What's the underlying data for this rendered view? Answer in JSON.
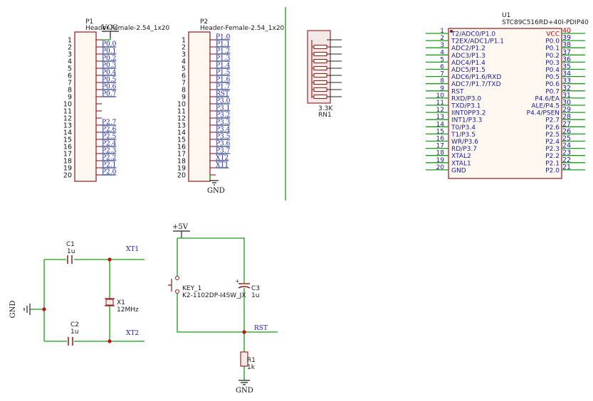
{
  "colors": {
    "wire": "#1a9a1a",
    "component": "#8b1a1a",
    "net_label": "#1a1aa0",
    "vcc_pin": "#c00000"
  },
  "p1": {
    "ref": "P1",
    "value": "Header-Female-2.54_1x20",
    "power_label": "VCC",
    "pin_numbers": [
      "1",
      "2",
      "3",
      "4",
      "5",
      "6",
      "7",
      "8",
      "9",
      "10",
      "11",
      "12",
      "13",
      "14",
      "15",
      "16",
      "17",
      "18",
      "19",
      "20"
    ],
    "net_labels": [
      "",
      "P0.0",
      "P0.1",
      "P0.2",
      "P0.3",
      "P0.4",
      "P0.5",
      "P0.6",
      "P0.7",
      "",
      "",
      "",
      "P2.7",
      "P2.6",
      "P2.5",
      "P2.4",
      "P2.3",
      "P2.2",
      "P2.1",
      "P2.0"
    ]
  },
  "p2": {
    "ref": "P2",
    "value": "Header-Female-2.54_1x20",
    "pin_numbers": [
      "1",
      "2",
      "3",
      "4",
      "5",
      "6",
      "7",
      "8",
      "9",
      "10",
      "11",
      "12",
      "13",
      "14",
      "15",
      "16",
      "17",
      "18",
      "19",
      "20"
    ],
    "net_labels": [
      "P1.0",
      "P1.1",
      "P1.2",
      "P1.3",
      "P1.4",
      "P1.5",
      "P1.6",
      "P1.7",
      "RST",
      "P3.0",
      "P3.1",
      "P3.2",
      "P3.3",
      "P3.4",
      "P3.5",
      "P3.6",
      "P3.7",
      "XT2",
      "XT1",
      ""
    ],
    "gnd_label": "GND"
  },
  "rn1": {
    "value": "3.3K",
    "ref": "RN1"
  },
  "u1": {
    "ref": "U1",
    "value": "STC89C516RD+40I-PDIP40",
    "left_pins": [
      {
        "num": "1",
        "name": "T2/ADC0/P1.0"
      },
      {
        "num": "2",
        "name": "T2EX/ADC1/P1.1"
      },
      {
        "num": "3",
        "name": "ADC2/P1.2"
      },
      {
        "num": "4",
        "name": "ADC3/P1.3"
      },
      {
        "num": "5",
        "name": "ADC4/P1.4"
      },
      {
        "num": "6",
        "name": "ADC5/P1.5"
      },
      {
        "num": "7",
        "name": "ADC6/P1.6/RXD"
      },
      {
        "num": "8",
        "name": "ADC7/P1.7/TXD"
      },
      {
        "num": "9",
        "name": "RST"
      },
      {
        "num": "10",
        "name": "RXD/P3.0"
      },
      {
        "num": "11",
        "name": "TXD/P3.1"
      },
      {
        "num": "12",
        "name": "IINT0PP3.2"
      },
      {
        "num": "13",
        "name": "INT1/P3.3"
      },
      {
        "num": "14",
        "name": "T0/P3.4"
      },
      {
        "num": "15",
        "name": "T1/P3.5"
      },
      {
        "num": "16",
        "name": "WR/P3.6"
      },
      {
        "num": "17",
        "name": "RD/P3.7"
      },
      {
        "num": "18",
        "name": "XTAL2"
      },
      {
        "num": "19",
        "name": "XTAL1"
      },
      {
        "num": "20",
        "name": "GND"
      }
    ],
    "right_pins": [
      {
        "num": "40",
        "name": "VCC"
      },
      {
        "num": "39",
        "name": "P0.0"
      },
      {
        "num": "38",
        "name": "P0.1"
      },
      {
        "num": "37",
        "name": "P0.2"
      },
      {
        "num": "36",
        "name": "P0.3"
      },
      {
        "num": "35",
        "name": "P0.4"
      },
      {
        "num": "34",
        "name": "P0.5"
      },
      {
        "num": "33",
        "name": "P0.6"
      },
      {
        "num": "32",
        "name": "P0.7"
      },
      {
        "num": "31",
        "name": "P4.6/EA"
      },
      {
        "num": "30",
        "name": "ALE/P4.5"
      },
      {
        "num": "29",
        "name": "P4.4/PSEN"
      },
      {
        "num": "28",
        "name": "P2.7"
      },
      {
        "num": "27",
        "name": "P2.6"
      },
      {
        "num": "26",
        "name": "P2.5"
      },
      {
        "num": "25",
        "name": "P2.4"
      },
      {
        "num": "24",
        "name": "P2.3"
      },
      {
        "num": "23",
        "name": "P2.2"
      },
      {
        "num": "22",
        "name": "P2.1"
      },
      {
        "num": "21",
        "name": "P2.0"
      }
    ]
  },
  "oscillator": {
    "gnd_label": "GND",
    "c1": {
      "ref": "C1",
      "value": "1u"
    },
    "c2": {
      "ref": "C2",
      "value": "1u"
    },
    "x1": {
      "ref": "X1",
      "value": "12MHz"
    },
    "xt1": "XT1",
    "xt2": "XT2"
  },
  "reset": {
    "power_label": "+5V",
    "key": {
      "ref": "KEY_1",
      "value": "K2-1102DP-I4SW_JX"
    },
    "c3": {
      "ref": "C3",
      "value": "1u"
    },
    "net": "RST",
    "r1": {
      "ref": "R1",
      "value": "1k"
    },
    "gnd_label": "GND"
  }
}
